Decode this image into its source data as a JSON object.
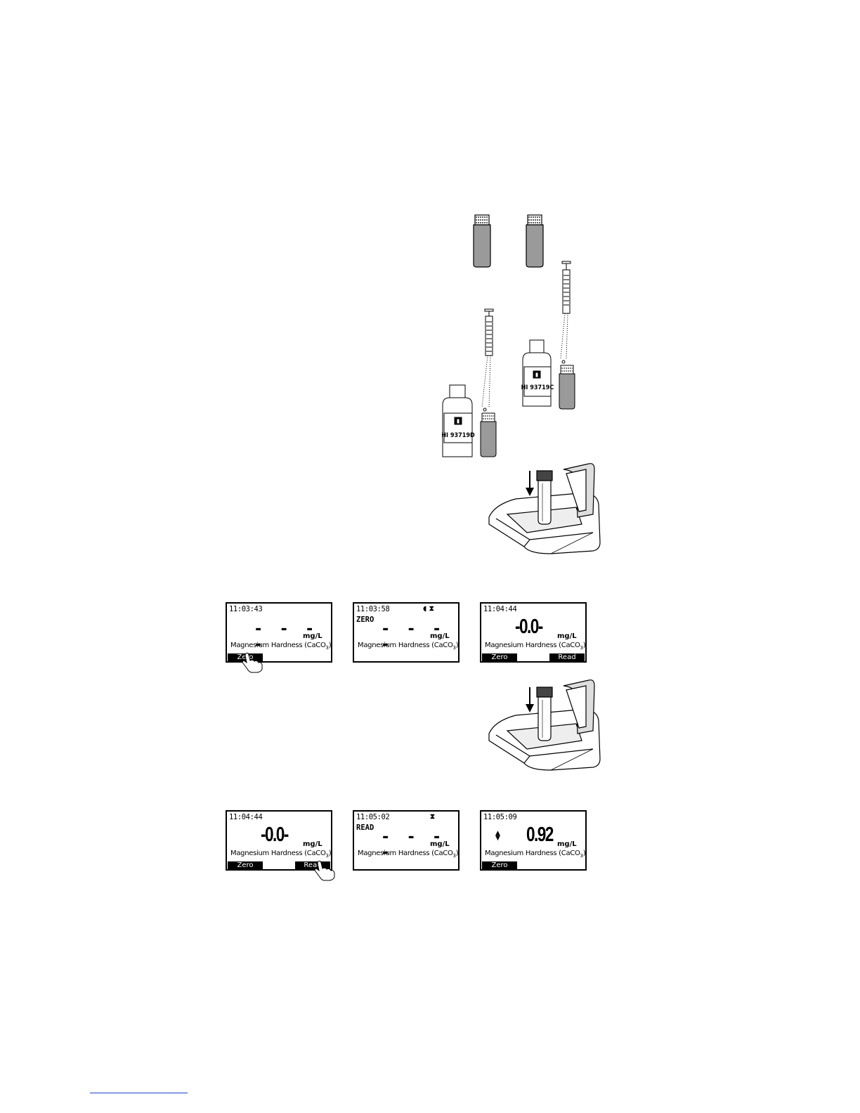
{
  "illustrations": {
    "reagent_bottle_1": {
      "label": "HI 93719D"
    },
    "reagent_bottle_2": {
      "label": "HI 93719C"
    }
  },
  "screens": [
    {
      "time": "11:03:43",
      "state": "",
      "dashes": "- - - -",
      "value": "",
      "unit": "mg/L",
      "parameter": "Magnesium Hardness (CaCO",
      "parameter_sub": "3",
      "parameter_end": ")",
      "left_key": "Zero",
      "right_key": ""
    },
    {
      "time": "11:03:58",
      "state": "ZERO",
      "dashes": "- - - -",
      "value": "",
      "unit": "mg/L",
      "parameter": "Magnesium Hardness (CaCO",
      "parameter_sub": "3",
      "parameter_end": ")",
      "left_key": "",
      "right_key": ""
    },
    {
      "time": "11:04:44",
      "state": "",
      "dashes": "",
      "value": "-0.0-",
      "unit": "mg/L",
      "parameter": "Magnesium Hardness (CaCO",
      "parameter_sub": "3",
      "parameter_end": ")",
      "left_key": "Zero",
      "right_key": "Read"
    },
    {
      "time": "11:04:44",
      "state": "",
      "dashes": "",
      "value": "-0.0-",
      "unit": "mg/L",
      "parameter": "Magnesium Hardness (CaCO",
      "parameter_sub": "3",
      "parameter_end": ")",
      "left_key": "Zero",
      "right_key": "Read"
    },
    {
      "time": "11:05:02",
      "state": "READ",
      "dashes": "- - - -",
      "value": "",
      "unit": "mg/L",
      "parameter": "Magnesium Hardness (CaCO",
      "parameter_sub": "3",
      "parameter_end": ")",
      "left_key": "",
      "right_key": ""
    },
    {
      "time": "11:05:09",
      "state": "",
      "dashes": "",
      "value": "0.92",
      "unit": "mg/L",
      "parameter": "Magnesium Hardness (CaCO",
      "parameter_sub": "3",
      "parameter_end": ")",
      "left_key": "Zero",
      "right_key": ""
    }
  ],
  "icons": {
    "screen2_status": "lamp-and-hourglass-icon",
    "screen5_status": "hourglass-icon",
    "screen6_cursor": "up-down-arrow-icon",
    "press_hand": "pointing-hand-icon"
  }
}
